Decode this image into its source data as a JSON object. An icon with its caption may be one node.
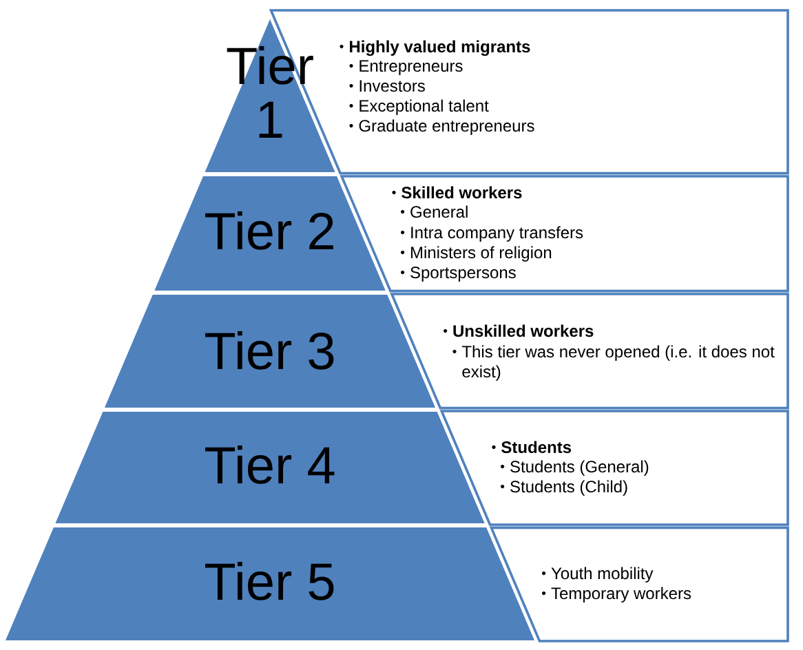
{
  "diagram": {
    "nodes": [
      {
        "text": [
          "Tier 1"
        ]
      },
      {
        "text": [
          "Highly valued migrants",
          "Entrepreneurs",
          "Investors",
          "Exceptional talent",
          "Graduate entrepreneurs"
        ]
      },
      {
        "text": [
          "Tier 2"
        ]
      },
      {
        "text": [
          "Skilled workers",
          "General",
          "Intra company transfers",
          "Ministers of religion",
          "Sportspersons"
        ]
      },
      {
        "text": [
          "Tier 3"
        ]
      },
      {
        "text": [
          "Unskilled workers",
          "This tier was never opened (i.e. it does not exist)"
        ]
      },
      {
        "text": [
          "Tier 4"
        ]
      },
      {
        "text": [
          "Students",
          "Students (General)",
          "Students (Child)"
        ]
      },
      {
        "text": [
          "Tier 5"
        ]
      },
      {
        "text": [
          "Youth mobility",
          "Temporary workers"
        ]
      }
    ]
  }
}
